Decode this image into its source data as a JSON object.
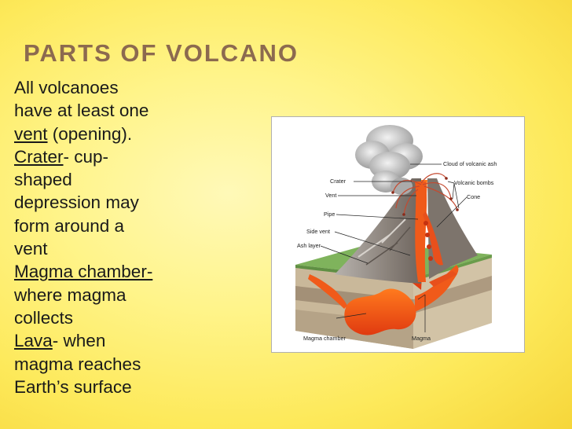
{
  "slide": {
    "title": "Parts of Volcano",
    "body": [
      [
        {
          "text": "All volcanoes"
        }
      ],
      [
        {
          "text": "have at least one"
        }
      ],
      [
        {
          "text": "vent",
          "underline": true
        },
        {
          "text": " (opening)."
        }
      ],
      [
        {
          "text": "Crater",
          "underline": true
        },
        {
          "text": "- cup-"
        }
      ],
      [
        {
          "text": "shaped"
        }
      ],
      [
        {
          "text": "depression may"
        }
      ],
      [
        {
          "text": "form around a"
        }
      ],
      [
        {
          "text": "vent"
        }
      ],
      [
        {
          "text": "Magma chamber-",
          "underline": true
        }
      ],
      [
        {
          "text": "where magma"
        }
      ],
      [
        {
          "text": "collects"
        }
      ],
      [
        {
          "text": "Lava",
          "underline": true
        },
        {
          "text": "- when"
        }
      ],
      [
        {
          "text": "magma reaches"
        }
      ],
      [
        {
          "text": "Earth’s surface"
        }
      ]
    ]
  },
  "diagram": {
    "labels": {
      "cloud": "Cloud of volcanic ash",
      "crater": "Crater",
      "bombs": "Volcanic bombs",
      "vent": "Vent",
      "cone": "Cone",
      "pipe": "Pipe",
      "side_vent": "Side vent",
      "ash_layer": "Ash layer",
      "magma_chamber": "Magma chamber",
      "magma": "Magma"
    },
    "colors": {
      "background": "#fff48a",
      "title": "#8c6a4f",
      "lava": "#e8501c",
      "ground_top": "#7fb35c",
      "rock": "#b9a98e"
    }
  }
}
